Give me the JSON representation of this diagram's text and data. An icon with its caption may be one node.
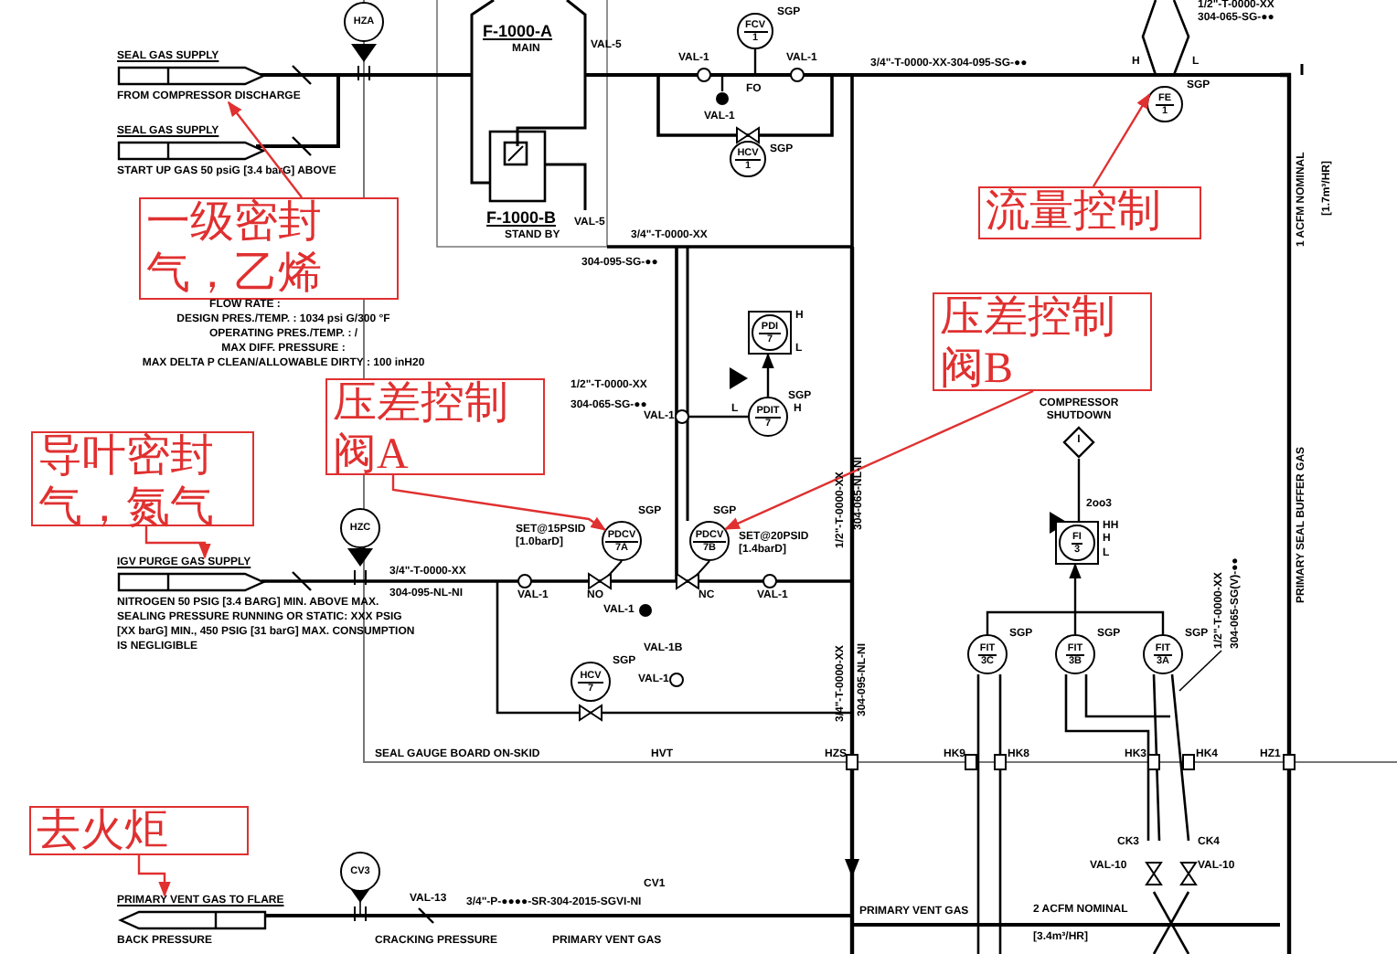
{
  "diagram": {
    "nodes": [
      {
        "text": [
          "HZA"
        ]
      },
      {
        "text": [
          "F-1000-A"
        ],
        "beside": [
          "MAIN"
        ]
      },
      {
        "text": [
          "F-1000-B"
        ],
        "beside": [
          "STAND BY"
        ]
      },
      {
        "text": [
          "FCV",
          "1"
        ],
        "beside": [
          "SGP"
        ]
      },
      {
        "text": [
          "HCV",
          "1"
        ],
        "beside": [
          "SGP"
        ]
      },
      {
        "text": [
          "FE",
          "1"
        ],
        "beside": [
          "SGP"
        ]
      },
      {
        "text": [
          "PDI",
          "7"
        ],
        "beside": [
          "H",
          "L"
        ]
      },
      {
        "text": [
          "PDIT",
          "7"
        ],
        "beside": [
          "SGP",
          "L",
          "H"
        ]
      },
      {
        "text": [
          "HZC"
        ]
      },
      {
        "text": [
          "PDCV",
          "7A"
        ],
        "beside": [
          "SGP",
          "SET@15PSID [1.0barD]"
        ]
      },
      {
        "text": [
          "PDCV",
          "7B"
        ],
        "beside": [
          "SGP",
          "SET@20PSID [1.4barD]"
        ]
      },
      {
        "text": [
          "HCV",
          "7"
        ],
        "beside": [
          "SGP"
        ]
      },
      {
        "text": [
          "I"
        ],
        "beside": [
          "COMPRESSOR SHUTDOWN"
        ]
      },
      {
        "text": [
          "FI",
          "3"
        ],
        "beside": [
          "2oo3",
          "HH",
          "H",
          "L"
        ]
      },
      {
        "text": [
          "FIT",
          "3C"
        ],
        "beside": [
          "SGP"
        ]
      },
      {
        "text": [
          "FIT",
          "3B"
        ],
        "beside": [
          "SGP"
        ]
      },
      {
        "text": [
          "FIT",
          "3A"
        ],
        "beside": [
          "SGP"
        ]
      },
      {
        "text": [
          "CV3"
        ]
      },
      {
        "text": [
          "SEAL GAS SUPPLY",
          "FROM COMPRESSOR DISCHARGE"
        ]
      },
      {
        "text": [
          "SEAL GAS SUPPLY",
          "START UP GAS 50 psiG [3.4 barG] ABOVE"
        ]
      },
      {
        "text": [
          "IGV PURGE GAS SUPPLY",
          "NITROGEN 50 PSIG [3.4 BARG] MIN. ABOVE MAX. SEALING PRESSURE RUNNING OR STATIC: XXX PSIG [XX barG] MIN., 450 PSIG [31 barG] MAX. CONSUMPTION IS NEGLIGIBLE"
        ]
      },
      {
        "text": [
          "PRIMARY VENT GAS TO FLARE",
          "BACK PRESSURE"
        ]
      },
      {
        "text": [
          "一级密封气，乙烯"
        ]
      },
      {
        "text": [
          "压差控制阀A"
        ]
      },
      {
        "text": [
          "导叶密封气，氮气"
        ]
      },
      {
        "text": [
          "去火炬"
        ]
      },
      {
        "text": [
          "流量控制"
        ]
      },
      {
        "text": [
          "压差控制阀B"
        ]
      }
    ],
    "edges": [
      {
        "from": 22,
        "to": 18,
        "arrow": "to"
      },
      {
        "from": 23,
        "to": 9,
        "arrow": "to"
      },
      {
        "from": 24,
        "to": 20,
        "arrow": "to"
      },
      {
        "from": 25,
        "to": 21,
        "arrow": "to"
      },
      {
        "from": 26,
        "to": 5,
        "arrow": "to"
      },
      {
        "from": 27,
        "to": 10,
        "arrow": "to"
      },
      {
        "from": 7,
        "to": 6,
        "arrow": "to",
        "color": "#000000"
      },
      {
        "from": 15,
        "to": 13,
        "arrow": "to",
        "color": "#000000"
      },
      {
        "from": 13,
        "to": 12,
        "arrow": "none",
        "color": "#000000"
      },
      {
        "from": 14,
        "to": 16,
        "arrow": "none",
        "color": "#000000"
      }
    ],
    "labels": [
      "VAL-5",
      "VAL-5",
      "VAL-1",
      "FO",
      "VAL-1",
      "VAL-1",
      "3/4\"-T-0000-XX-304-095-SG-●●",
      "H",
      "L",
      "1/2\"-T-0000-XX",
      "304-065-SG-●●",
      "3/4\"-T-0000-XX",
      "304-095-SG-●●",
      "FLOW RATE :",
      "DESIGN PRES./TEMP. : 1034 psi G/300 °F",
      "OPERATING PRES./TEMP. : /",
      "MAX DIFF. PRESSURE :",
      "MAX DELTA P CLEAN/ALLOWABLE DIRTY : 100 inH20",
      "1/2\"-T-0000-XX",
      "304-065-SG-●●",
      "VAL-1",
      "1 ACFM NOMINAL",
      "[1.7m³/HR]",
      "PRIMARY SEAL BUFFER GAS",
      "1/2\"-T-0000-XX",
      "304-065-NL-NI",
      "3/4\"-T-0000-XX",
      "304-095-NL-NI",
      "VAL-1",
      "NO",
      "NC",
      "VAL-1",
      "VAL-1B",
      "VAL-1",
      "VAL-1",
      "3/4\"-T-0000-XX",
      "304-095-NL-NI",
      "SEAL GAUGE BOARD ON-SKID",
      "HVT",
      "HZS",
      "HK9",
      "HK8",
      "HK3",
      "HK4",
      "HZ1",
      "1/2\"-T-0000-XX",
      "304-065-SG(V)-●●",
      "CK3",
      "CK4",
      "VAL-10",
      "VAL-10",
      "VAL-13",
      "3/4\"-P-●●●●-SR-304-2015-SGVI-NI",
      "CRACKING PRESSURE",
      "PRIMARY VENT GAS",
      "CV1",
      "PRIMARY VENT GAS",
      "2 ACFM NOMINAL",
      "[3.4m³/HR]"
    ]
  }
}
